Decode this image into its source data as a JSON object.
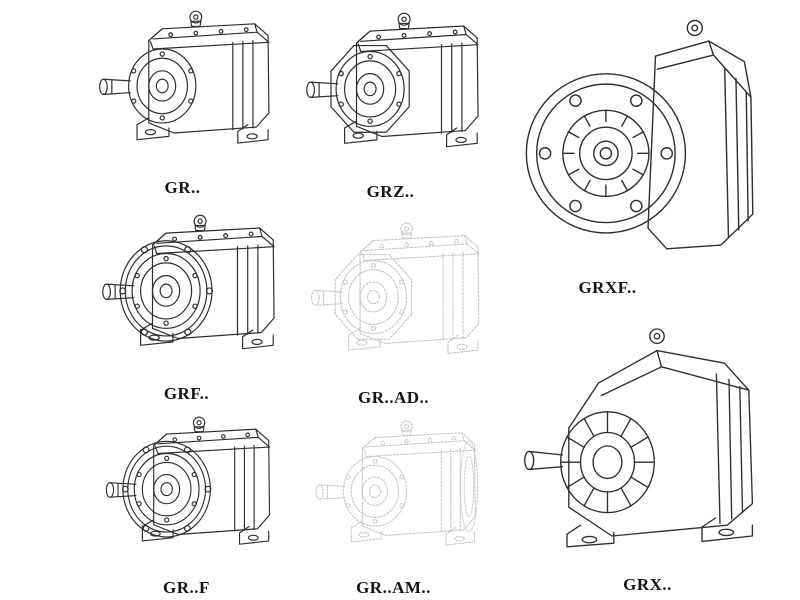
{
  "page": {
    "kind": "gear-unit-catalog-figure"
  },
  "colors": {
    "background": "#ffffff",
    "line_color": "#2e2e2e",
    "ghost_line_color": "#c6c6c6",
    "label_color": "#141414"
  },
  "units": [
    {
      "id": "gr",
      "label": "GR..",
      "drawing": "foot-mounted-helical-gear-unit-side-view",
      "style": "solid"
    },
    {
      "id": "grz",
      "label": "GRZ..",
      "drawing": "helical-gear-unit-octagonal-face",
      "style": "solid"
    },
    {
      "id": "grxf",
      "label": "GRXF..",
      "drawing": "flange-mounted-gear-unit-front-flange-view",
      "style": "solid"
    },
    {
      "id": "grf",
      "label": "GRF..",
      "drawing": "flange-mounted-helical-gear-unit",
      "style": "solid"
    },
    {
      "id": "grad",
      "label": "GR..AD..",
      "drawing": "gear-unit-with-input-adapter",
      "style": "ghost-dashed"
    },
    {
      "id": "grx",
      "label": "GRX..",
      "drawing": "large-foot-mounted-gear-unit-finned-hub",
      "style": "solid"
    },
    {
      "id": "grff",
      "label": "GR..F",
      "drawing": "foot-and-flange-mounted-helical-gear-unit",
      "style": "solid"
    },
    {
      "id": "gram",
      "label": "GR..AM..",
      "drawing": "gear-unit-with-motor-adapter-flange",
      "style": "ghost-dashed"
    }
  ]
}
